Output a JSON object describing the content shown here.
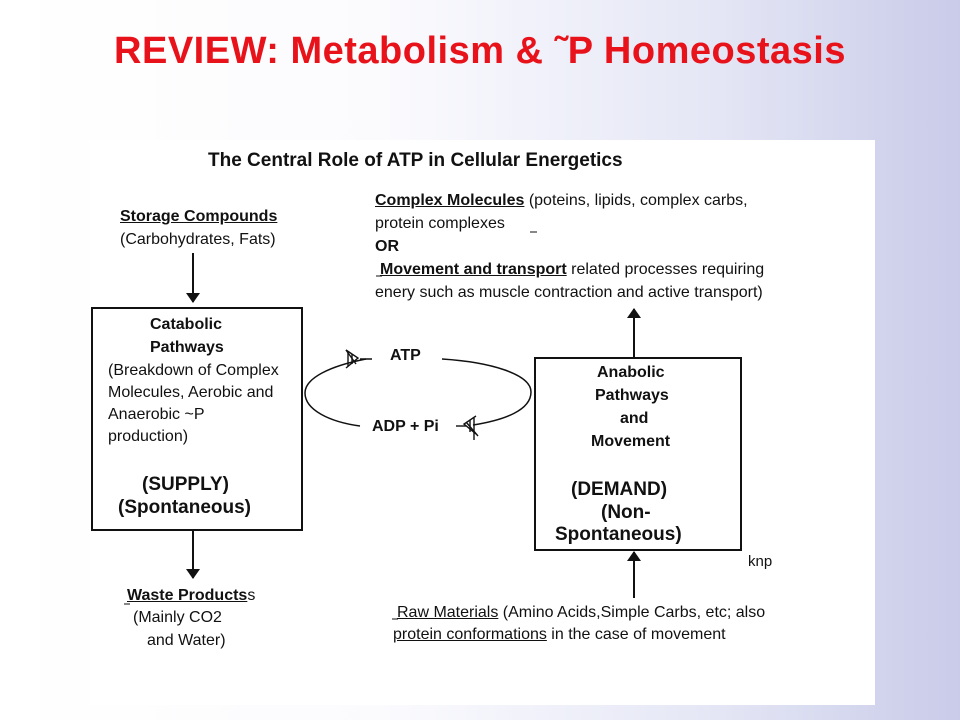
{
  "slide": {
    "title": "REVIEW:  Metabolism & ˜P Homeostasis"
  },
  "diagram": {
    "heading": "The Central Role of ATP  in Cellular Energetics",
    "storage": {
      "title": "Storage Compounds",
      "detail": "(Carbohydrates, Fats)"
    },
    "complex": {
      "title": "Complex Molecules",
      "line1_rest": " (poteins, lipids, complex carbs,",
      "line2": "protein complexes",
      "or": "OR",
      "movement_title": "Movement and transport",
      "movement_rest": " related processes requiring",
      "line5": "enery such as muscle contraction and active transport)"
    },
    "catabolic": {
      "title1": "Catabolic",
      "title2": "Pathways",
      "desc1": "(Breakdown of Complex",
      "desc2": "Molecules, Aerobic  and",
      "desc3": "Anaerobic  ~P",
      "desc4": "production)",
      "supply": "(SUPPLY)",
      "spontaneous": "(Spontaneous)"
    },
    "anabolic": {
      "title1": "Anabolic",
      "title2": "Pathways",
      "title3": "and",
      "title4": "Movement",
      "demand": "(DEMAND)",
      "non1": "(Non-",
      "non2": "Spontaneous)"
    },
    "cycle": {
      "atp": "ATP",
      "adp": "ADP + Pi"
    },
    "waste": {
      "title": "Waste Products",
      "detail1": "(Mainly   CO2",
      "detail2": "and Water)"
    },
    "raw": {
      "title": "Raw Materials",
      "rest": " (Amino Acids,Simple Carbs, etc; also",
      "line2": "protein conformations",
      "line2_rest": " in the case of movement"
    },
    "author": "knp"
  }
}
